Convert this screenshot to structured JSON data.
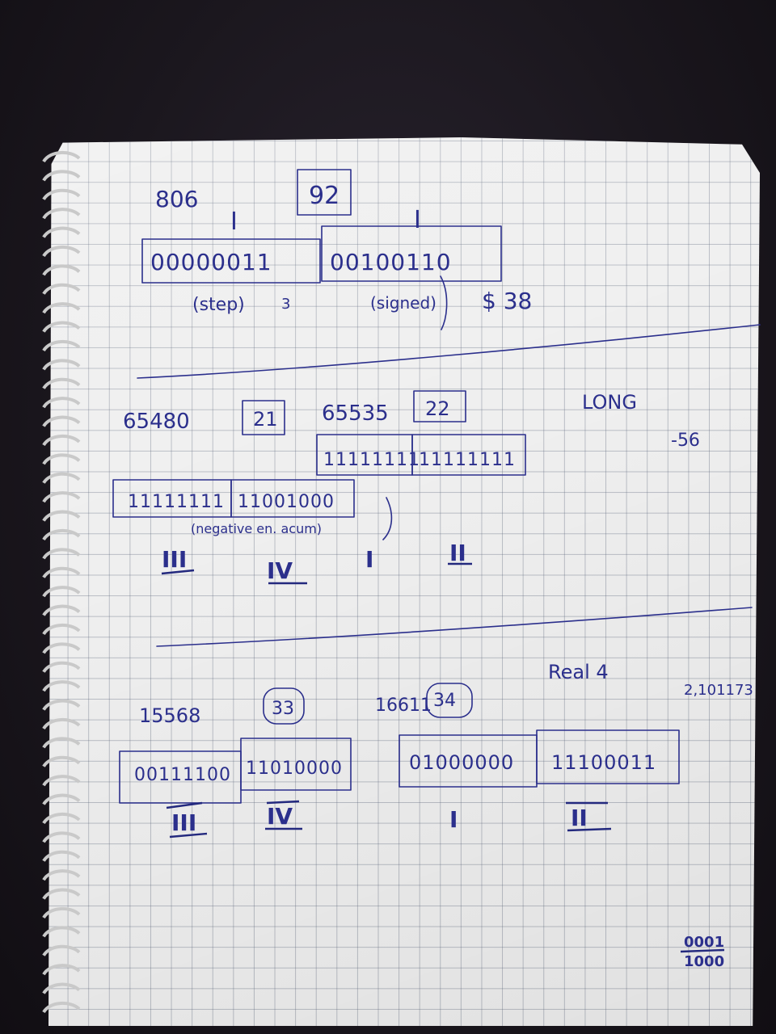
{
  "section1": {
    "num_a": "806",
    "box_a": "92",
    "roman_left": "I",
    "roman_right": "I",
    "byte_high": "00000011",
    "byte_low": "00100110",
    "note_step": "(step)",
    "note_step_val": "3",
    "note_signed": "(signed)",
    "note_result": "$ 38"
  },
  "section2": {
    "num_a": "65480",
    "box_a": "21",
    "num_b": "65535",
    "box_b": "22",
    "label_long": "LONG",
    "value_neg": "-56",
    "top_byte_1": "11111111",
    "top_byte_2": "11111111",
    "low_byte_1": "11111111",
    "low_byte_2": "11001000",
    "note": "(negative      en. acum)",
    "roman_1": "III",
    "roman_2": "IV",
    "roman_3": "I",
    "roman_4": "II"
  },
  "section3": {
    "label_real": "Real 4",
    "value_real": "2,101173",
    "num_a": "15568",
    "box_a": "33",
    "num_b": "16611",
    "box_b": "34",
    "byte_a1": "00111100",
    "byte_a2": "11010000",
    "byte_b1": "01000000",
    "byte_b2": "11100011",
    "roman_1": "III",
    "roman_2": "IV",
    "roman_3": "I",
    "roman_4": "II"
  },
  "corner_note": [
    "0001",
    "1000"
  ]
}
